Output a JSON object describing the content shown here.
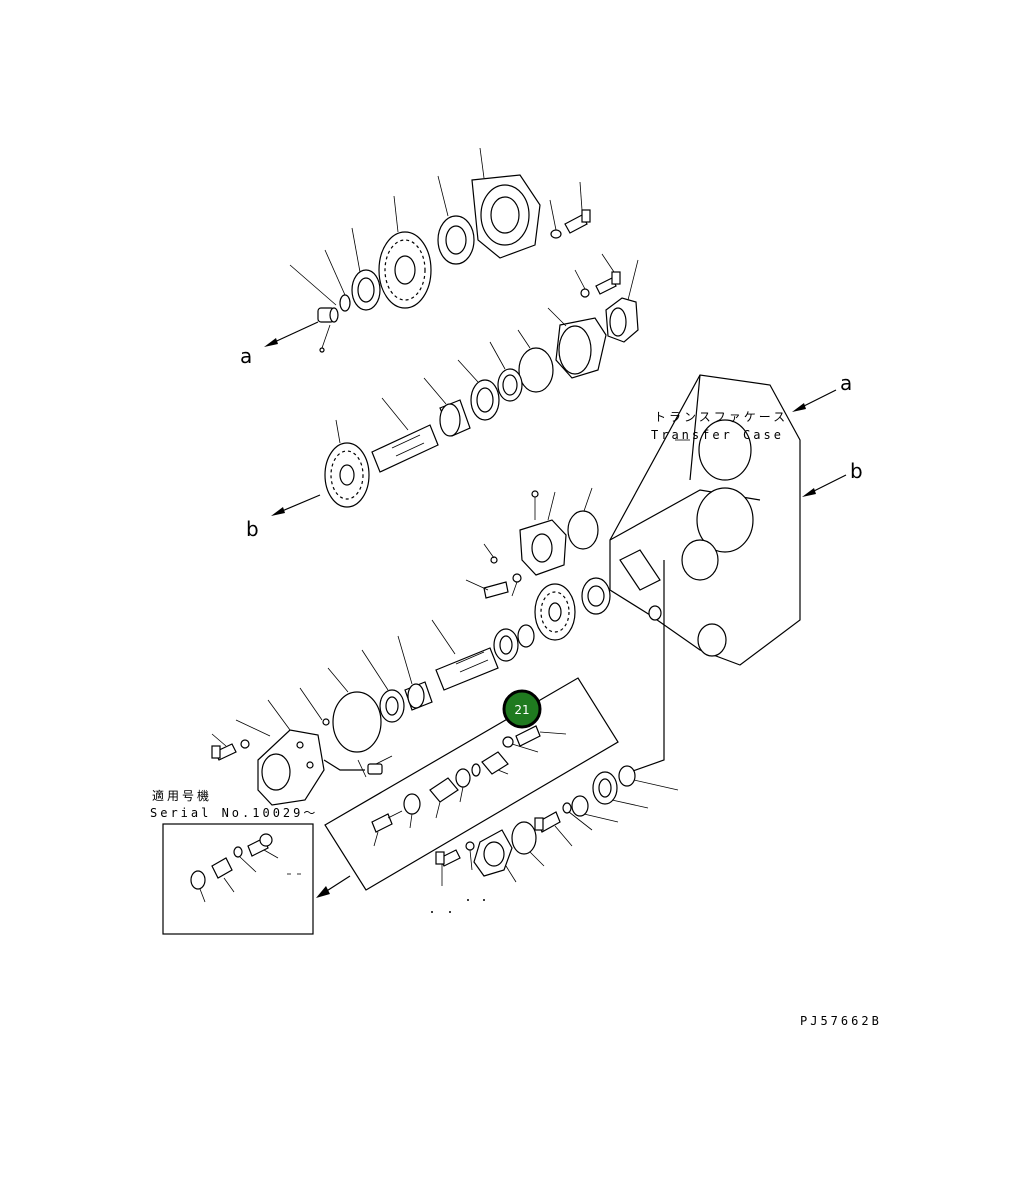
{
  "labels": {
    "arrow_a": "a",
    "arrow_b": "b",
    "transfer_case_jp": "トランスファケース",
    "transfer_case_en": "Transfer Case",
    "serial_jp": "適用号機",
    "serial_en": "Serial No.10029～",
    "drawing_code": "PJ57662B"
  },
  "callout": {
    "number": "21",
    "fill_color": "#1f7a1f",
    "ring_color": "#000000"
  }
}
